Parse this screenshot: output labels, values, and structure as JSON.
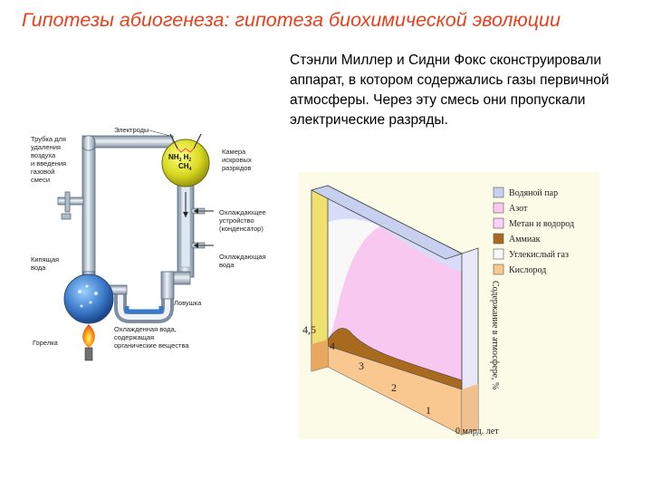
{
  "slide": {
    "title": "Гипотезы абиогенеза: гипотеза биохимической эволюции",
    "description": "Стэнли Миллер и Сидни Фокс сконструировали аппарат, в котором содержались газы первичной атмосферы. Через эту смесь они пропускали электрические разряды."
  },
  "apparatus": {
    "electrodes": "Электроды",
    "tube": [
      "Трубка для",
      "удаления",
      "воздуха",
      "и введения",
      "газовой",
      "смеси"
    ],
    "chamber": [
      "Камера",
      "искровых",
      "разрядов"
    ],
    "gases": {
      "nh3": "NH",
      "h2": "H",
      "ch4": "CH",
      "sub3": "3",
      "sub2": "2",
      "sub4": "4"
    },
    "cooler": [
      "Охлаждающее",
      "устройство",
      "(конденсатор)"
    ],
    "cooling_water": [
      "Охлаждающая",
      "вода"
    ],
    "boiling_water": [
      "Кипящая",
      "вода"
    ],
    "trap": "Ловушка",
    "burner": "Горелка",
    "cooled_water": [
      "Охлажденная вода,",
      "содержащая",
      "органические вещества"
    ]
  },
  "atmosphere": {
    "legend": [
      {
        "label": "Водяной пар",
        "color": "#c8d0f0"
      },
      {
        "label": "Азот",
        "color": "#f8c8f0"
      },
      {
        "label": "Метан и водород",
        "color": "#f8d0f8"
      },
      {
        "label": "Аммиак",
        "color": "#a86a1e"
      },
      {
        "label": "Углекислый газ",
        "color": "#f8f8f8"
      },
      {
        "label": "Кислород",
        "color": "#f8c890"
      }
    ],
    "axis_numbers": [
      "4,5",
      "4",
      "3",
      "2",
      "1"
    ],
    "zero_label": "0 млрд. лет",
    "side_label": "Содержание в атмосфере, %"
  }
}
